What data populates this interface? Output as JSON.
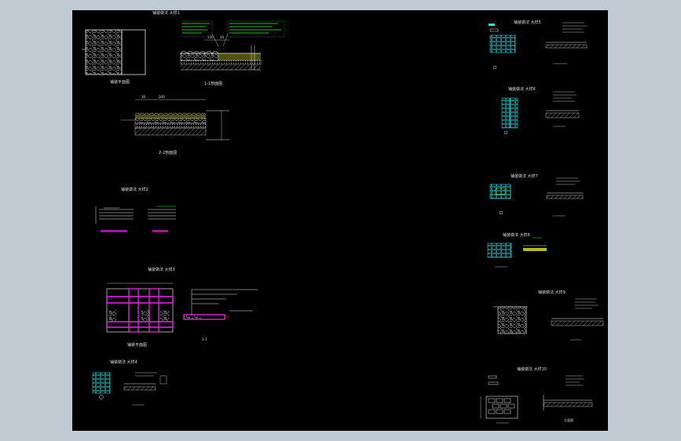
{
  "canvas": {
    "background": "#000000",
    "frame_color": "#c0cad3"
  },
  "colors": {
    "line": "#e6e6e6",
    "cyan": "#29e0e8",
    "green": "#3cf03c",
    "magenta": "#e020e0",
    "yellow": "#e6e62a",
    "red": "#e02a2a"
  },
  "drawings": {
    "d1_title": "铺装做法 大样1",
    "d1_plan_label": "铺装平面图",
    "d1_section_label": "1-1剖面图",
    "d1_dim_150": "150",
    "d1_dim_20": "20",
    "d2_label": "2-2剖面图",
    "d2_dim_a": "30",
    "d2_dim_b": "360",
    "d3_title": "铺装做法 大样2",
    "d4_title": "铺装做法 大样3",
    "d4_plan_label": "铺装平面图",
    "d4_section_label": "1-1",
    "d5_title": "铺装做法 大样4",
    "r1_title": "铺装做法 大样5",
    "r2_title": "铺装做法 大样6",
    "r3_title": "铺装做法 大样7",
    "r4_title": "铺装做法 大样8",
    "r5_title": "铺装做法 大样9",
    "r6_title": "铺装做法 大样10",
    "r6_label": "立面图"
  }
}
